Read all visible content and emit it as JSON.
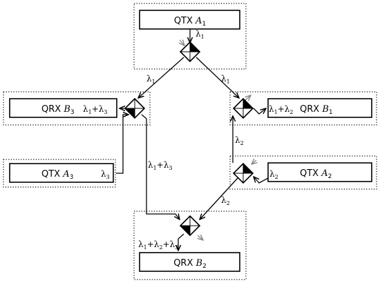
{
  "nodes": {
    "qtx_a1": {
      "prefix": "QTX ",
      "var": "A",
      "sub": "1"
    },
    "qrx_b3": {
      "prefix": "QRX ",
      "var": "B",
      "sub": "3"
    },
    "qrx_b1": {
      "prefix": "QRX ",
      "var": "B",
      "sub": "1"
    },
    "qtx_a3": {
      "prefix": "QTX ",
      "var": "A",
      "sub": "3"
    },
    "qtx_a2": {
      "prefix": "QTX ",
      "var": "A",
      "sub": "2"
    },
    "qrx_b2": {
      "prefix": "QRX ",
      "var": "B",
      "sub": "2"
    }
  },
  "labels": {
    "l1": "λ",
    "l1_sub": "1",
    "l2": "λ",
    "l2_sub": "2",
    "l3": "λ",
    "l3_sub": "3",
    "plus": "+"
  }
}
